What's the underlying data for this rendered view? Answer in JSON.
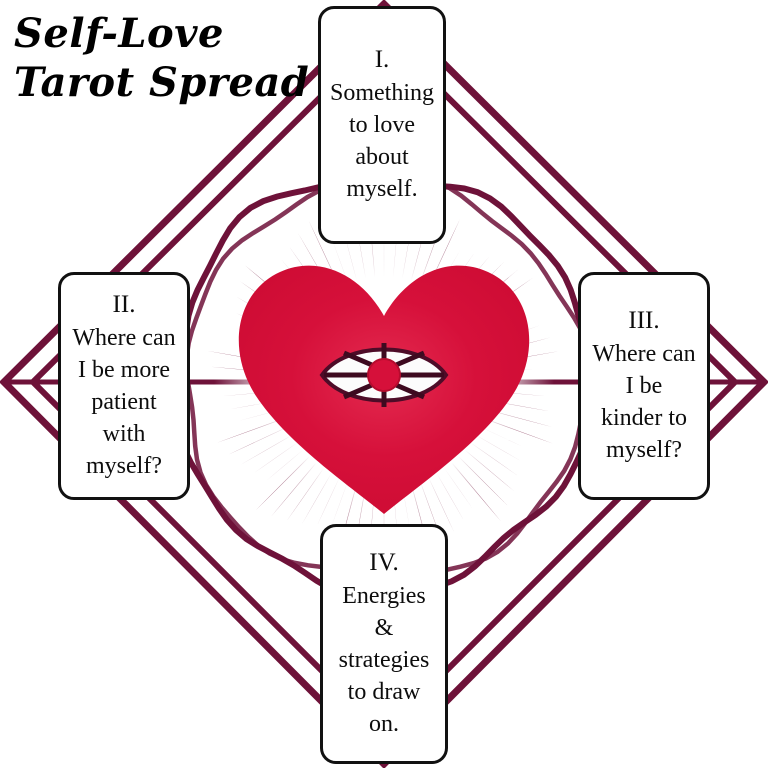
{
  "title": {
    "line1": "Self-Love",
    "line2": "Tarot Spread",
    "full": "Self-Love\nTarot Spread"
  },
  "colors": {
    "ink": "#111111",
    "burgundy": "#6E1239",
    "burgundy_dark": "#4E0C28",
    "heart_red": "#D6103A",
    "heart_red_light": "#E0294C",
    "background": "#FFFFFF"
  },
  "center_emblem": {
    "name": "radiant-heart-with-eye",
    "heart_color": "#D6103A",
    "ray_color": "#6E1239",
    "ray_count": 72,
    "eye": {
      "name": "all-seeing-eye",
      "pupil_color": "#D6103A",
      "sclera_color": "#FFFFFF",
      "spoke_count": 8
    },
    "circle": {
      "name": "hand-drawn-circle",
      "stroke": "#6E1239"
    },
    "diamond": {
      "name": "double-diamond-frame",
      "stroke": "#6E1239"
    }
  },
  "cards": [
    {
      "id": "card-1",
      "position": "top",
      "numeral": "I.",
      "lines": [
        "Something",
        "to love",
        "about",
        "myself."
      ],
      "text": "I. Something to love about myself."
    },
    {
      "id": "card-2",
      "position": "left",
      "numeral": "II.",
      "lines": [
        "Where can",
        "I be more",
        "patient",
        "with",
        "myself?"
      ],
      "text": "II. Where can I be more patient with myself?"
    },
    {
      "id": "card-3",
      "position": "right",
      "numeral": "III.",
      "lines": [
        "Where can",
        "I be",
        "kinder to",
        "myself?"
      ],
      "text": "III. Where can I be kinder to myself?"
    },
    {
      "id": "card-4",
      "position": "bottom",
      "numeral": "IV.",
      "lines": [
        "Energies",
        "&",
        "strategies",
        "to draw",
        "on."
      ],
      "text": "IV. Energies & strategies to draw on."
    }
  ]
}
